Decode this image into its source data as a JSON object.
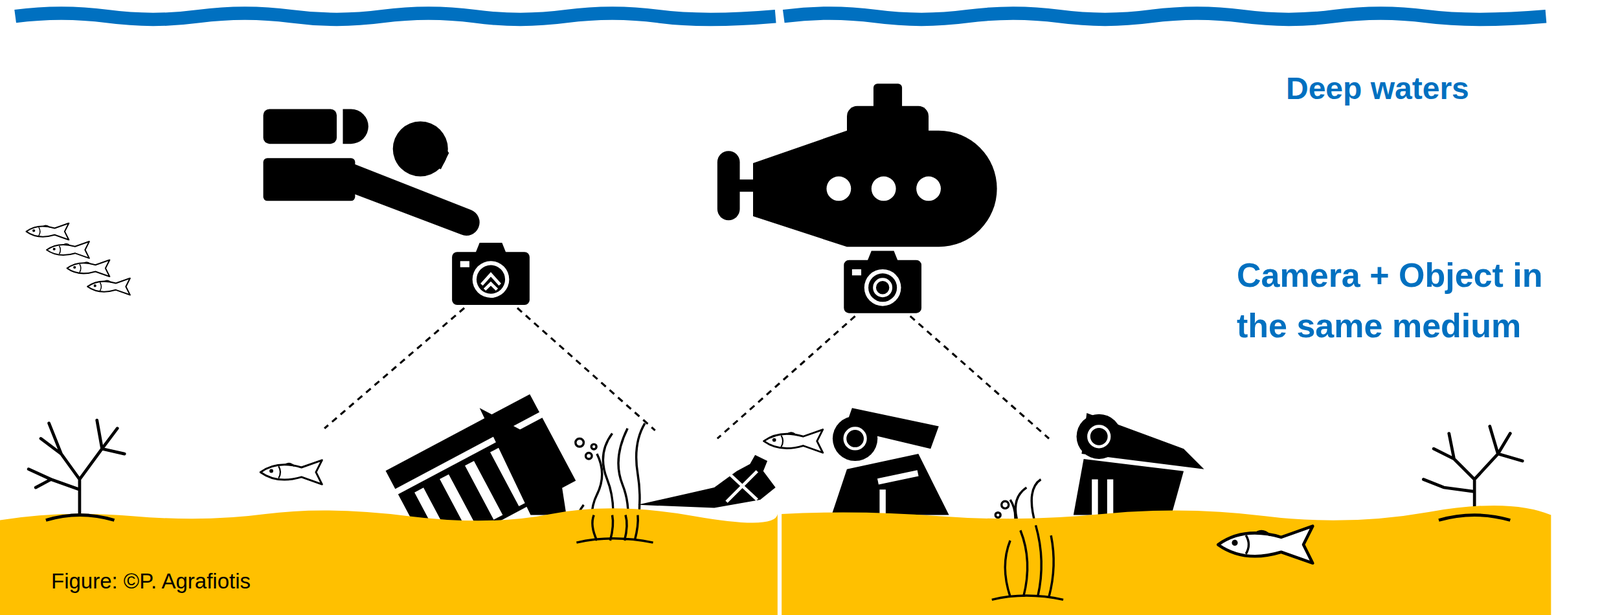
{
  "diagram": {
    "labels": [
      "Deep waters",
      "Camera + Object in the same medium",
      "Figure: ©P. Agrafiotis"
    ]
  }
}
